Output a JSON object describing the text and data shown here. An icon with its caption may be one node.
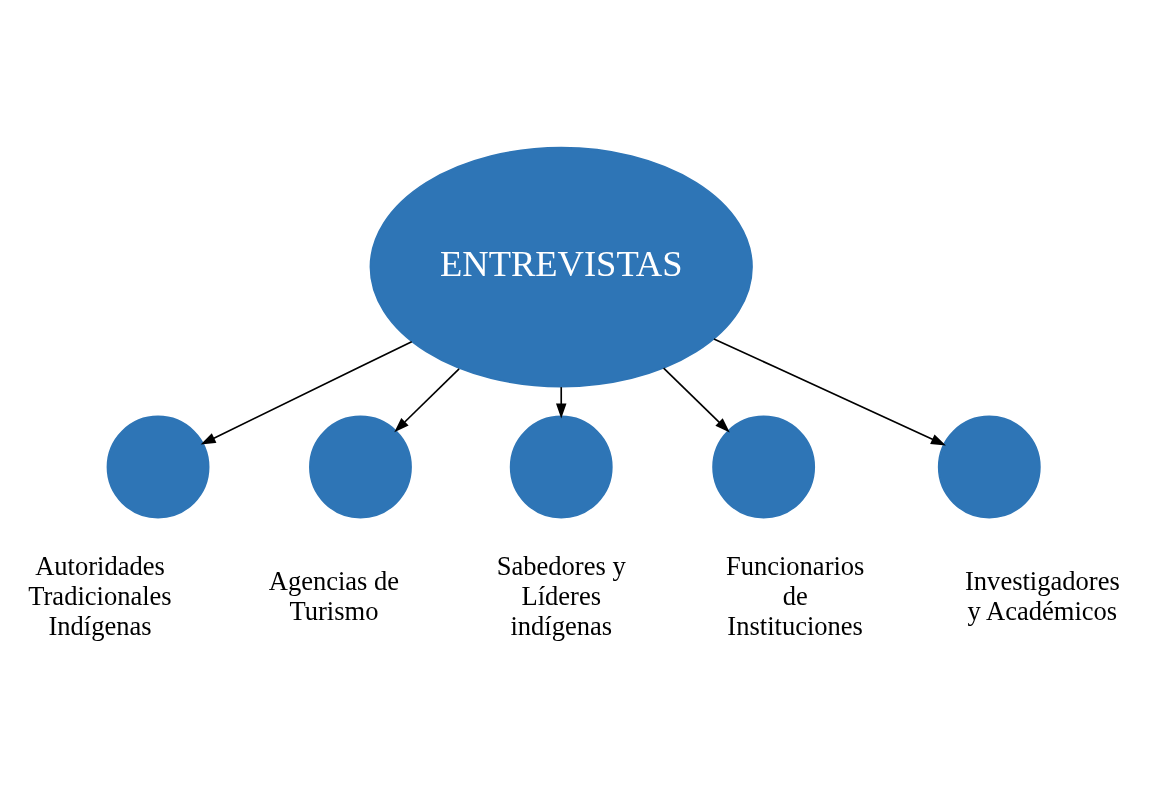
{
  "diagram": {
    "nodes": [
      {
        "text": [
          "ENTREVISTAS"
        ]
      },
      {
        "text": [],
        "shape": "circle",
        "beside": [
          "Autoridades Tradicionales Indígenas"
        ]
      },
      {
        "text": [],
        "shape": "circle",
        "beside": [
          "Agencias de Turismo"
        ]
      },
      {
        "text": [],
        "shape": "circle",
        "beside": [
          "Sabedores y Líderes indígenas"
        ]
      },
      {
        "text": [],
        "shape": "circle",
        "beside": [
          "Funcionarios de Instituciones"
        ]
      },
      {
        "text": [],
        "shape": "circle",
        "beside": [
          "Investigadores y Académicos"
        ]
      }
    ],
    "edges": [
      {
        "from": 0,
        "to": 1,
        "arrow": "to"
      },
      {
        "from": 0,
        "to": 2,
        "arrow": "to"
      },
      {
        "from": 0,
        "to": 3,
        "arrow": "to"
      },
      {
        "from": 0,
        "to": 4,
        "arrow": "to"
      },
      {
        "from": 0,
        "to": 5,
        "arrow": "to"
      }
    ]
  }
}
